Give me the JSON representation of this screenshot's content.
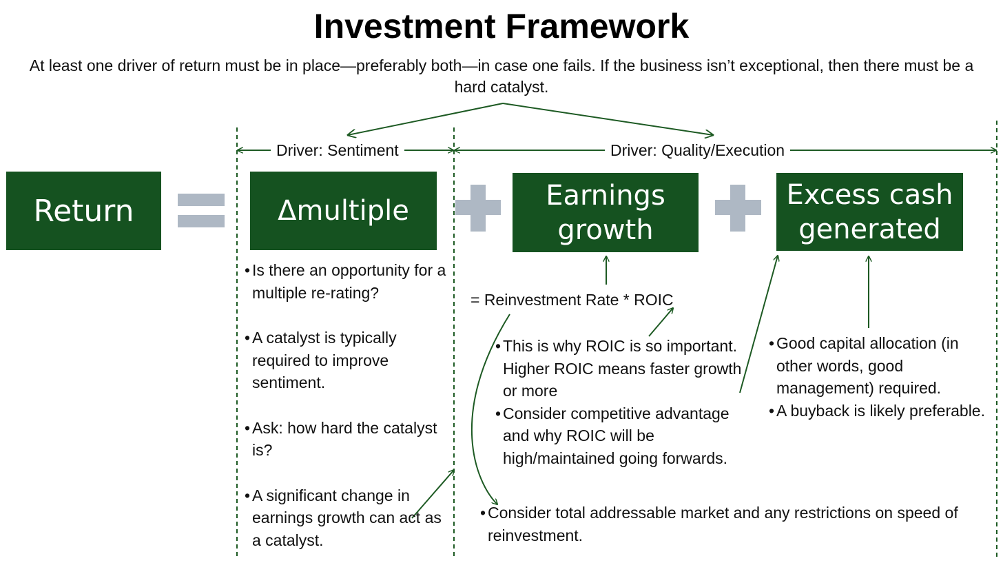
{
  "title": "Investment Framework",
  "subtitle": "At least one driver of return must be in place—preferably both—in case one fails. If the business isn’t exceptional, then there must be a hard catalyst.",
  "drivers": {
    "sentiment": "Driver: Sentiment",
    "quality": "Driver: Quality/Execution"
  },
  "equation": {
    "return_label": "Return",
    "multiple_label": "Δmultiple",
    "earnings_label": "Earnings\ngrowth",
    "excess_label": "Excess cash\ngenerated"
  },
  "formula": "= Reinvestment Rate * ROIC",
  "sentiment_bullets": [
    "Is there an opportunity for a multiple re-rating?",
    "A catalyst is typically required to improve sentiment.",
    "Ask: how hard the catalyst is?",
    "A significant change in earnings growth can act as a catalyst."
  ],
  "roic_bullets": [
    "This is why ROIC is so important. Higher ROIC means faster growth or more",
    "Consider competitive advantage and why ROIC will be high/maintained going forwards."
  ],
  "tam_bullet": "Consider total addressable market and any restrictions on speed of reinvestment.",
  "cash_bullets": [
    "Good capital allocation (in other words, good management) required.",
    "A buyback is likely preferable."
  ],
  "colors": {
    "box_green": "#155220",
    "line_green": "#1d5a23",
    "operator_gray": "#aeb8c4"
  }
}
